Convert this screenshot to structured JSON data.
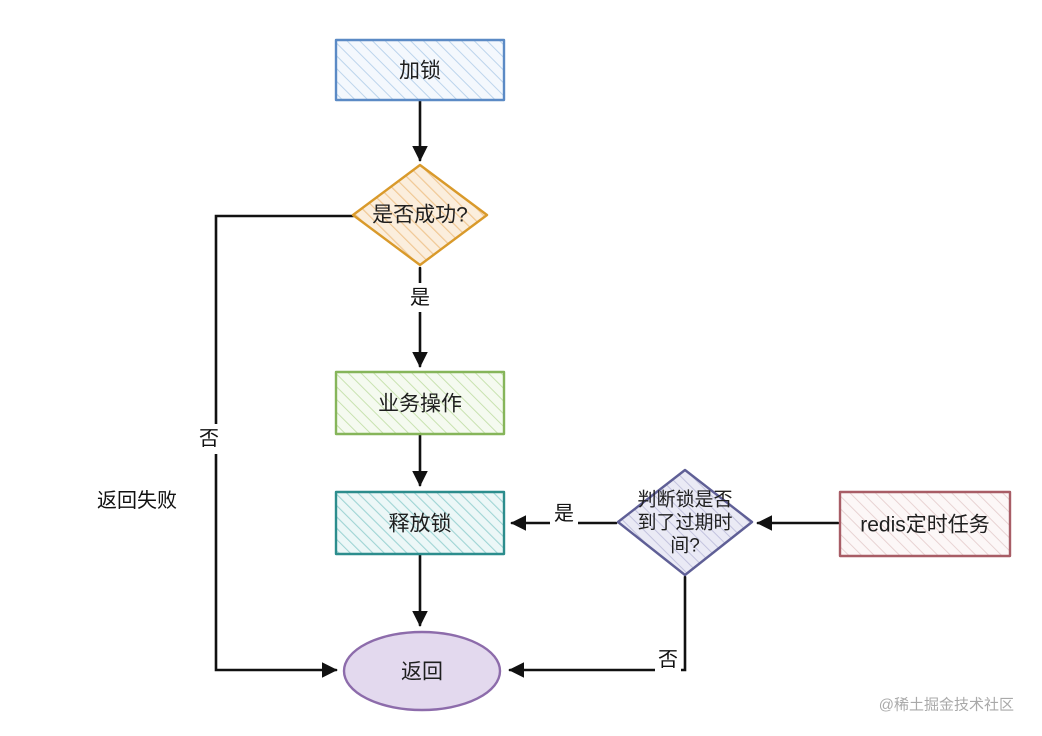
{
  "diagram": {
    "nodes": {
      "lock": {
        "label": "加锁"
      },
      "success_check": {
        "label": "是否成功?"
      },
      "business": {
        "label": "业务操作"
      },
      "release": {
        "label": "释放锁"
      },
      "return": {
        "label": "返回"
      },
      "expiry_check": {
        "line1": "判断锁是否",
        "line2": "到了过期时",
        "line3": "间?"
      },
      "redis_task": {
        "label": "redis定时任务"
      }
    },
    "edge_labels": {
      "success_yes": "是",
      "success_no": "否",
      "fail_note": "返回失败",
      "expiry_yes": "是",
      "expiry_no": "否"
    },
    "watermark": "@稀土掘金技术社区",
    "colors": {
      "lock_stroke": "#5b8ac5",
      "success_stroke": "#d99a2b",
      "business_stroke": "#86b55a",
      "release_stroke": "#2c8d8d",
      "return_stroke": "#8d6cab",
      "return_fill": "#e3d9ee",
      "expiry_stroke": "#5f5f96",
      "redis_stroke": "#a85d66",
      "arrow": "#111111"
    }
  }
}
